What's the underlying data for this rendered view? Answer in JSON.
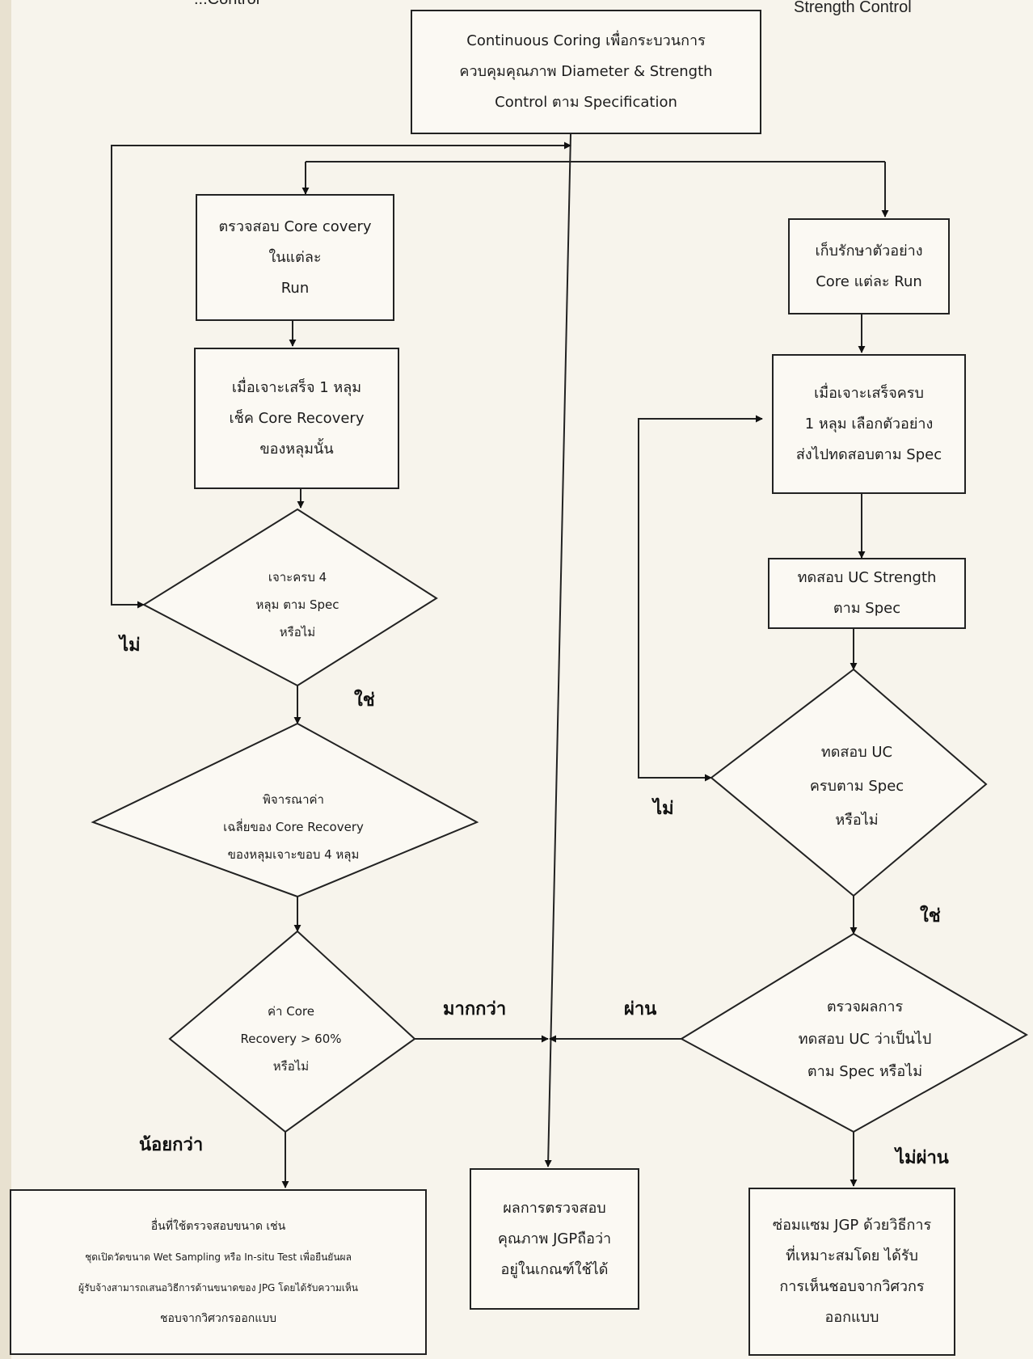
{
  "header": {
    "left_fragment": "...Control",
    "right_fragment": "Strength  Control"
  },
  "nodes": {
    "start": {
      "lines": [
        "Continuous Coring เพื่อกระบวนการ",
        "ควบคุมคุณภาพ Diameter & Strength",
        "Control ตาม Specification"
      ]
    },
    "check_core": {
      "lines": [
        "ตรวจสอบ Core covery",
        "ในแต่ละ",
        "Run"
      ]
    },
    "after_drill_left": {
      "lines": [
        "เมื่อเจาะเสร็จ 1 หลุม",
        "เช็ค Core Recovery",
        "ของหลุมนั้น"
      ]
    },
    "decision_4_holes": {
      "lines": [
        "เจาะครบ  4",
        "หลุม ตาม  Spec",
        "หรือไม่"
      ]
    },
    "decision_average": {
      "lines": [
        "พิจารณาค่า",
        "เฉลี่ยของ Core Recovery",
        "ของหลุมเจาะขอบ 4 หลุม"
      ]
    },
    "decision_60": {
      "lines": [
        "ค่า Core",
        "Recovery > 60%",
        "หรือไม่"
      ]
    },
    "store_sample": {
      "lines": [
        "เก็บรักษาตัวอย่าง",
        "Core แต่ละ Run"
      ]
    },
    "after_drill_right": {
      "lines": [
        "เมื่อเจาะเสร็จครบ",
        "1 หลุม เลือกตัวอย่าง",
        "ส่งไปทดสอบตาม Spec"
      ]
    },
    "test_uc": {
      "lines": [
        "ทดสอบ UC Strength",
        "ตาม Spec"
      ]
    },
    "decision_uc_complete": {
      "lines": [
        "ทดสอบ UC",
        "ครบตาม Spec",
        "หรือไม่"
      ]
    },
    "decision_uc_result": {
      "lines": [
        "ตรวจผลการ",
        "ทดสอบ UC ว่าเป็นไป",
        "ตาม Spec หรือไม่"
      ]
    },
    "other_methods": {
      "lines": [
        "อื่นที่ใช้ตรวจสอบขนาด เช่น",
        "ชุดเปิดวัดขนาด Wet Sampling หรือ In-situ Test เพื่อยืนยันผล",
        "ผู้รับจ้างสามารถเสนอวิธีการด้านขนาดของ JPG โดยได้รับความเห็น",
        "ชอบจากวิศวกรออกแบบ"
      ]
    },
    "result_ok": {
      "lines": [
        "ผลการตรวจสอบ",
        "คุณภาพ JGPถือว่า",
        "อยู่ในเกณฑ์ใช้ได้"
      ]
    },
    "repair": {
      "lines": [
        "ซ่อมแซม JGP ด้วยวิธีการ",
        "ที่เหมาะสมโดย ได้รับ",
        "การเห็นชอบจากวิศวกร",
        "ออกแบบ"
      ]
    }
  },
  "labels": {
    "no_left": "ไม่",
    "yes_left": "ใช่",
    "more": "มากกว่า",
    "less": "น้อยกว่า",
    "no_right": "ไม่",
    "yes_right": "ใช่",
    "pass": "ผ่าน",
    "fail": "ไม่ผ่าน"
  }
}
